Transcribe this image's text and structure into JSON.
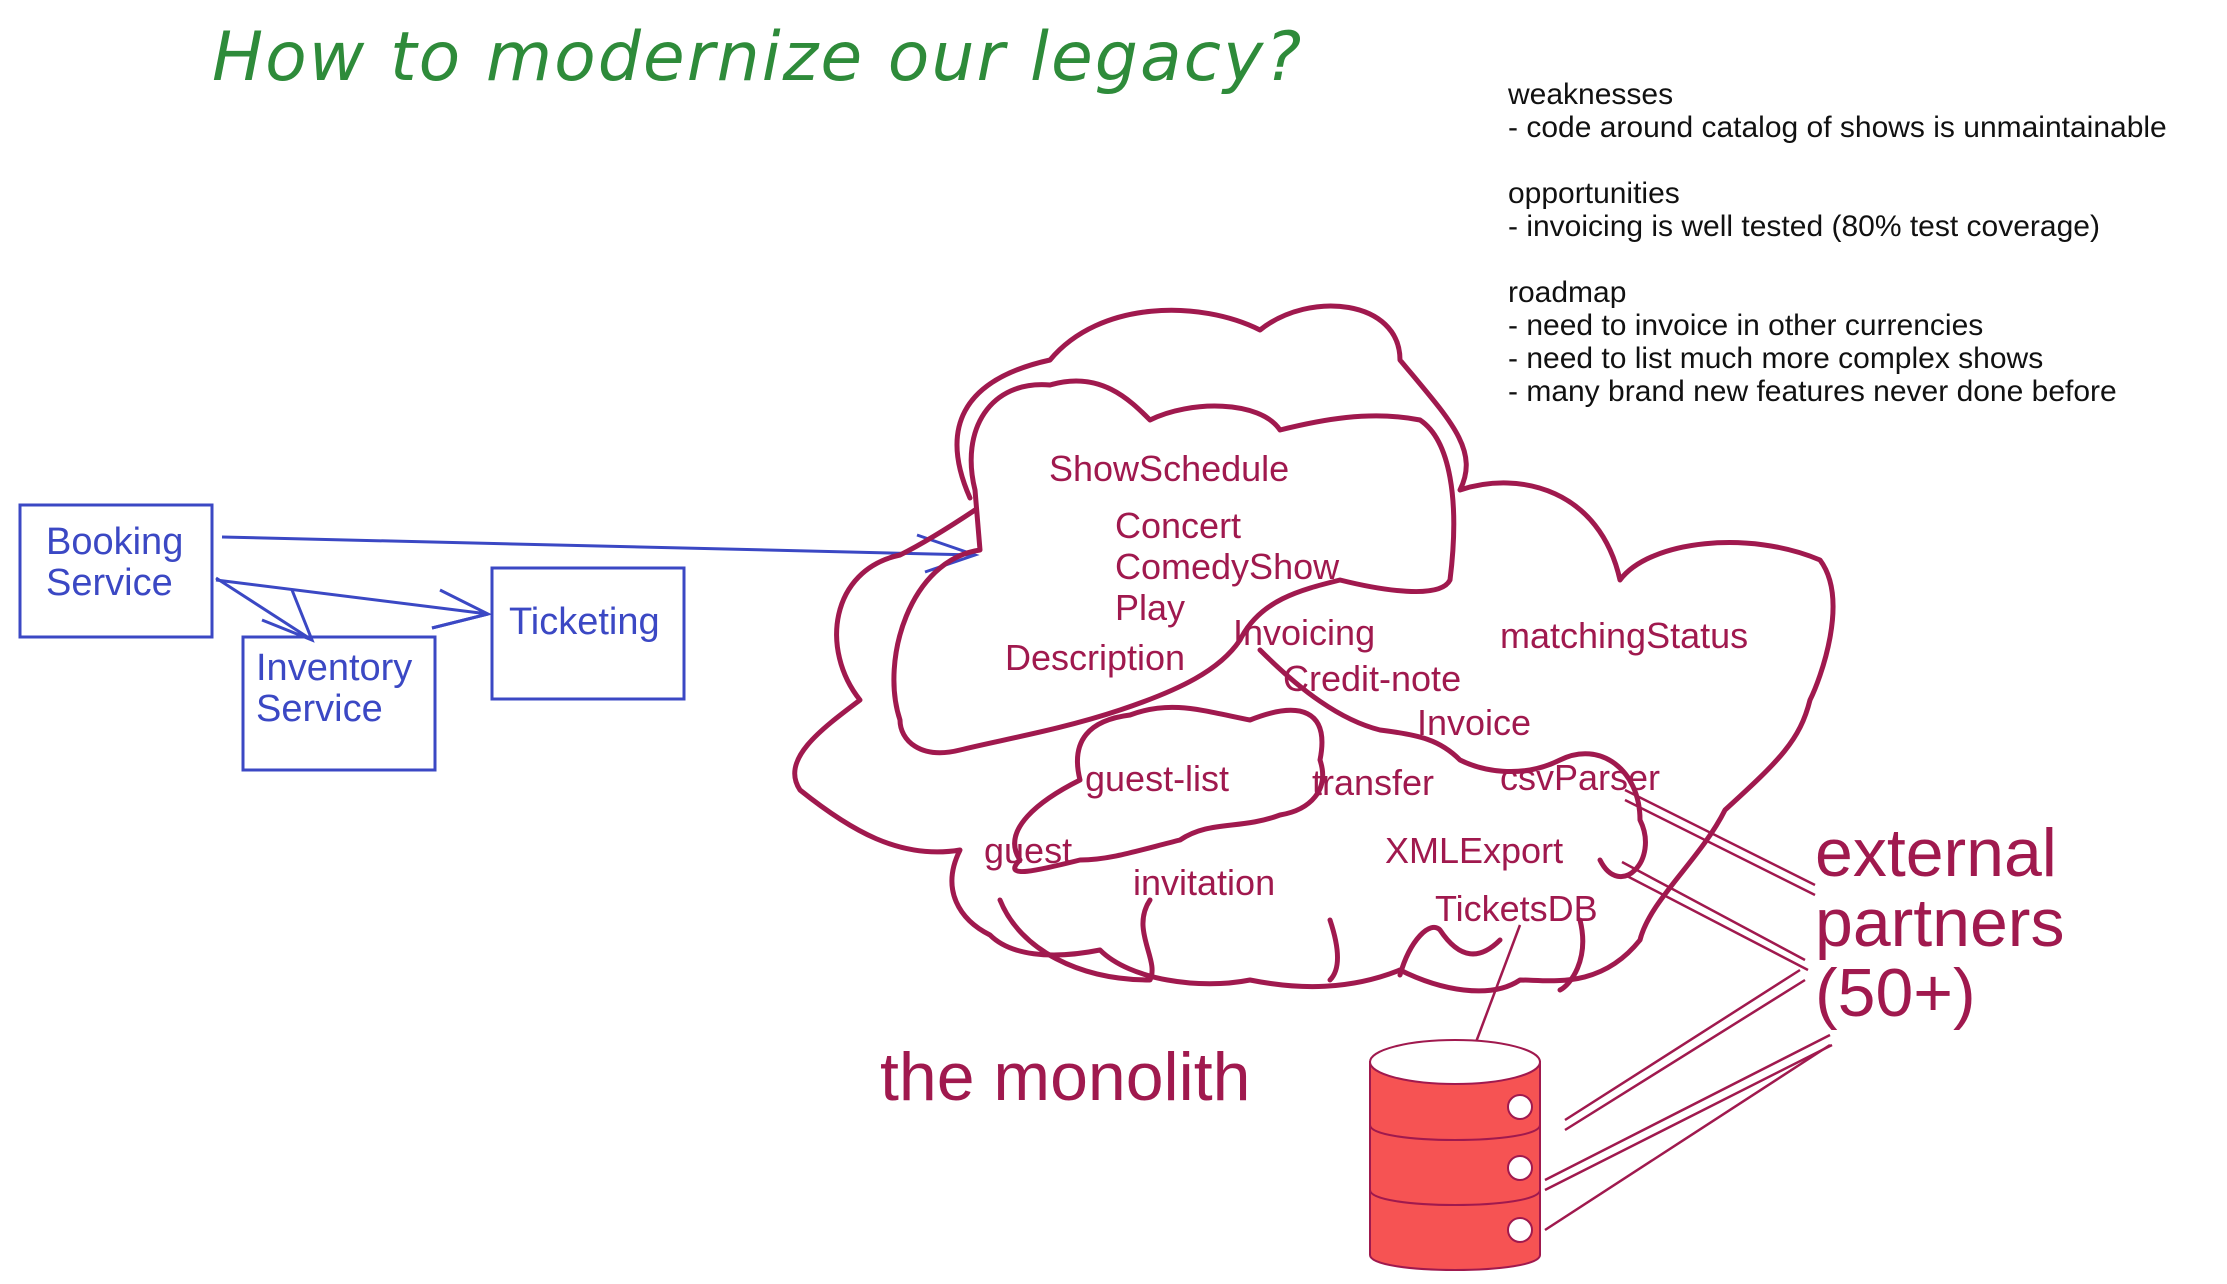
{
  "title": "How to modernize our legacy?",
  "notes": {
    "weaknesses_heading": "weaknesses",
    "weaknesses": [
      "- code around catalog of shows is unmaintainable"
    ],
    "opportunities_heading": "opportunities",
    "opportunities": [
      "- invoicing is well tested (80% test coverage)"
    ],
    "roadmap_heading": "roadmap",
    "roadmap": [
      "- need to invoice in other currencies",
      "- need to list much more complex shows",
      "- many brand new features never done before"
    ]
  },
  "services": {
    "booking": "Booking\nService",
    "inventory": "Inventory\nService",
    "ticketing": "Ticketing"
  },
  "monolith": {
    "label": "the monolith",
    "terms": {
      "show_schedule": "ShowSchedule",
      "concert": "Concert",
      "comedy_show": "ComedyShow",
      "play": "Play",
      "description": "Description",
      "invoicing": "Invoicing",
      "credit_note": "Credit-note",
      "invoice": "Invoice",
      "matching_status": "matchingStatus",
      "guest_list": "guest-list",
      "transfer": "transfer",
      "csv_parser": "csvParser",
      "guest": "guest",
      "invitation": "invitation",
      "xml_export": "XMLExport",
      "tickets_db": "TicketsDB"
    }
  },
  "external_partners": "external\npartners\n(50+)",
  "colors": {
    "title": "#2e8b3a",
    "services": "#3b48c4",
    "monolith": "#a0194e",
    "database_fill": "#f65353"
  }
}
